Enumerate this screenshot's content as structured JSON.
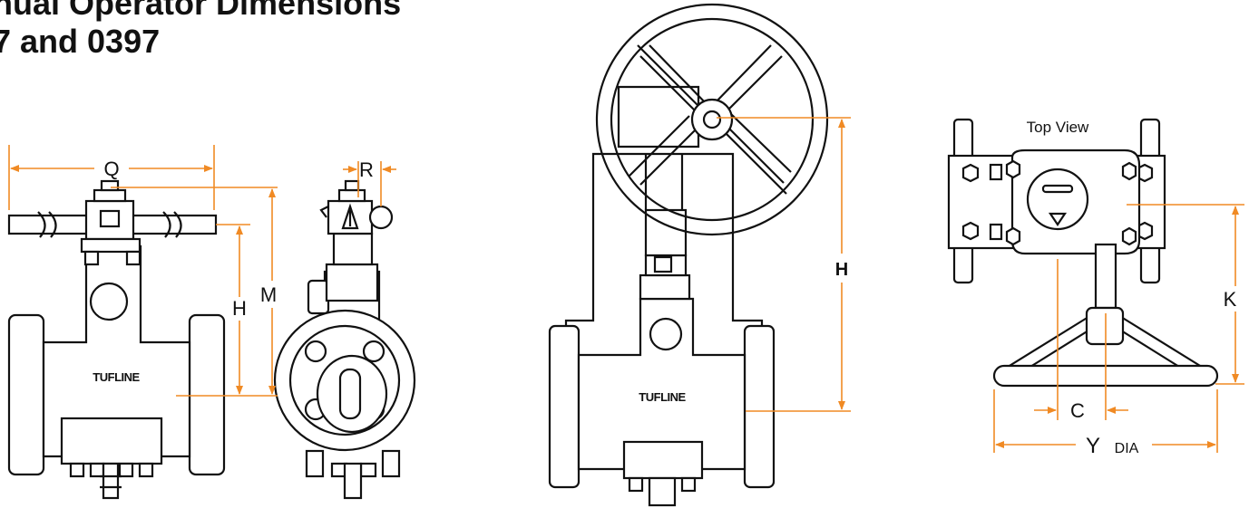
{
  "title": {
    "line1": "nual Operator Dimensions",
    "line2": "7 and 0397"
  },
  "brand": "TUFLINE",
  "views": {
    "side_lever": {
      "dims": {
        "q": "Q",
        "h": "H",
        "m": "M"
      }
    },
    "end_lever": {
      "dims": {
        "r": "R"
      }
    },
    "gear_operator": {
      "dims": {
        "h": "H"
      }
    },
    "top_view": {
      "label": "Top View",
      "dims": {
        "k": "K",
        "c": "C",
        "y": "Y",
        "y_suffix": "DIA"
      }
    }
  },
  "colors": {
    "outline": "#111111",
    "dimension": "#f08a24"
  }
}
